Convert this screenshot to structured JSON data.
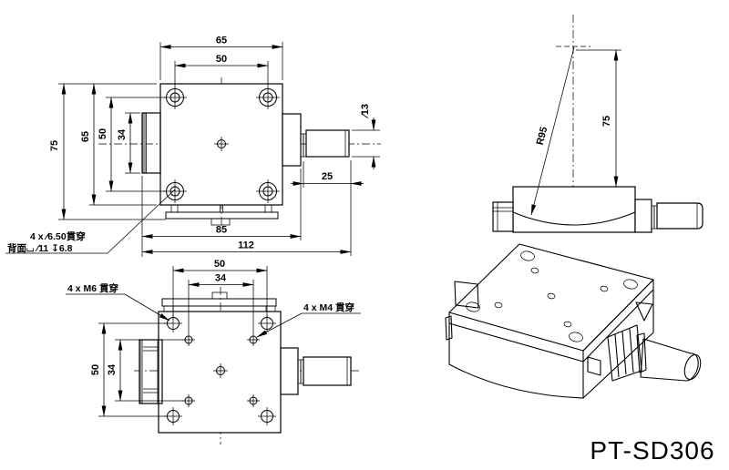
{
  "model": "PT-SD306",
  "colors": {
    "line": "#000000",
    "background": "#ffffff",
    "shade": "#9a9a9a"
  },
  "views": {
    "top": {
      "dims": {
        "plate_width": "65",
        "hole_span_x": "50",
        "overall_height": "75",
        "plate_height": "65",
        "hole_span_y": "50",
        "clamp_span": "34",
        "knob_diameter": "∕13",
        "knob_length": "25",
        "base_width": "85",
        "total_width": "112"
      },
      "callout": {
        "line1": "4 x ∕6.50貫穿",
        "line2": "背面⌴ ∕11 ↧6.8"
      }
    },
    "bottom": {
      "dims": {
        "hole_span_x_m6": "50",
        "hole_span_x_m4": "34",
        "hole_span_y_m6": "50",
        "hole_span_y_m4": "34"
      },
      "callouts": {
        "m6": "4 x M6 貫穿",
        "m4": "4 x M4 貫穿"
      }
    },
    "side": {
      "dims": {
        "arc_radius": "R95",
        "pivot_height": "75"
      }
    }
  }
}
